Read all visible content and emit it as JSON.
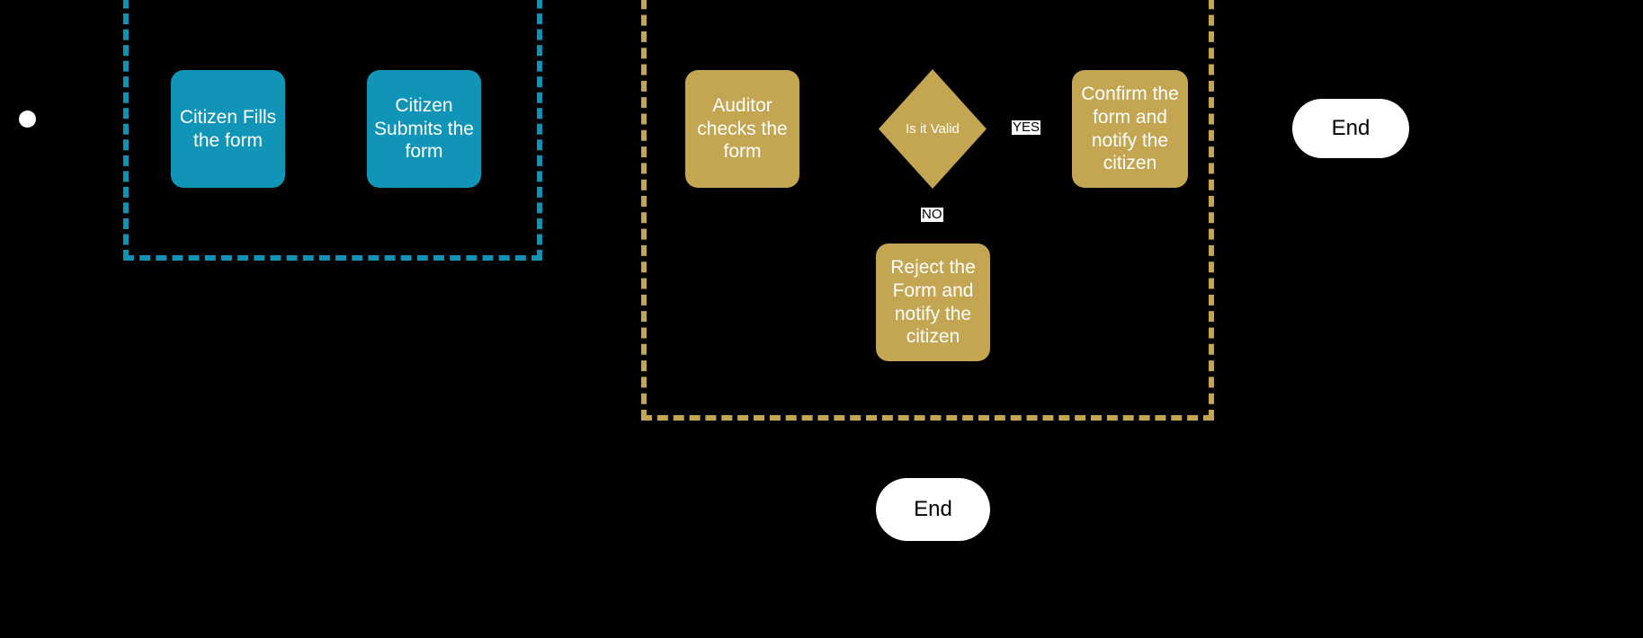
{
  "diagram": {
    "type": "flowchart",
    "background_color": "#000000",
    "lanes": [
      {
        "id": "citizen-lane",
        "label": "",
        "border_color": "#1191B4",
        "border_style": "dashed"
      },
      {
        "id": "auditor-lane",
        "label": "",
        "border_color": "#C4A552",
        "border_style": "dashed"
      }
    ],
    "nodes": {
      "start": {
        "shape": "circle",
        "label": "",
        "color": "#FFFFFF"
      },
      "citizen_fills": {
        "shape": "rounded-rect",
        "label": "Citizen Fills the form",
        "color": "#1095B8"
      },
      "citizen_submits": {
        "shape": "rounded-rect",
        "label": "Citizen Submits the form",
        "color": "#1095B8"
      },
      "auditor_checks": {
        "shape": "rounded-rect",
        "label": "Auditor checks the form",
        "color": "#C4A552"
      },
      "is_valid": {
        "shape": "diamond",
        "label": "Is it Valid",
        "color": "#C4A552"
      },
      "confirm_form": {
        "shape": "rounded-rect",
        "label": "Confirm the form and notify the citizen",
        "color": "#C4A552"
      },
      "reject_form": {
        "shape": "rounded-rect",
        "label": "Reject the Form and notify the citizen",
        "color": "#C4A552"
      },
      "end_top": {
        "shape": "stadium",
        "label": "End",
        "color": "#FFFFFF"
      },
      "end_bottom": {
        "shape": "stadium",
        "label": "End",
        "color": "#FFFFFF"
      }
    },
    "edge_labels": {
      "yes": "YES",
      "no": "NO"
    }
  }
}
